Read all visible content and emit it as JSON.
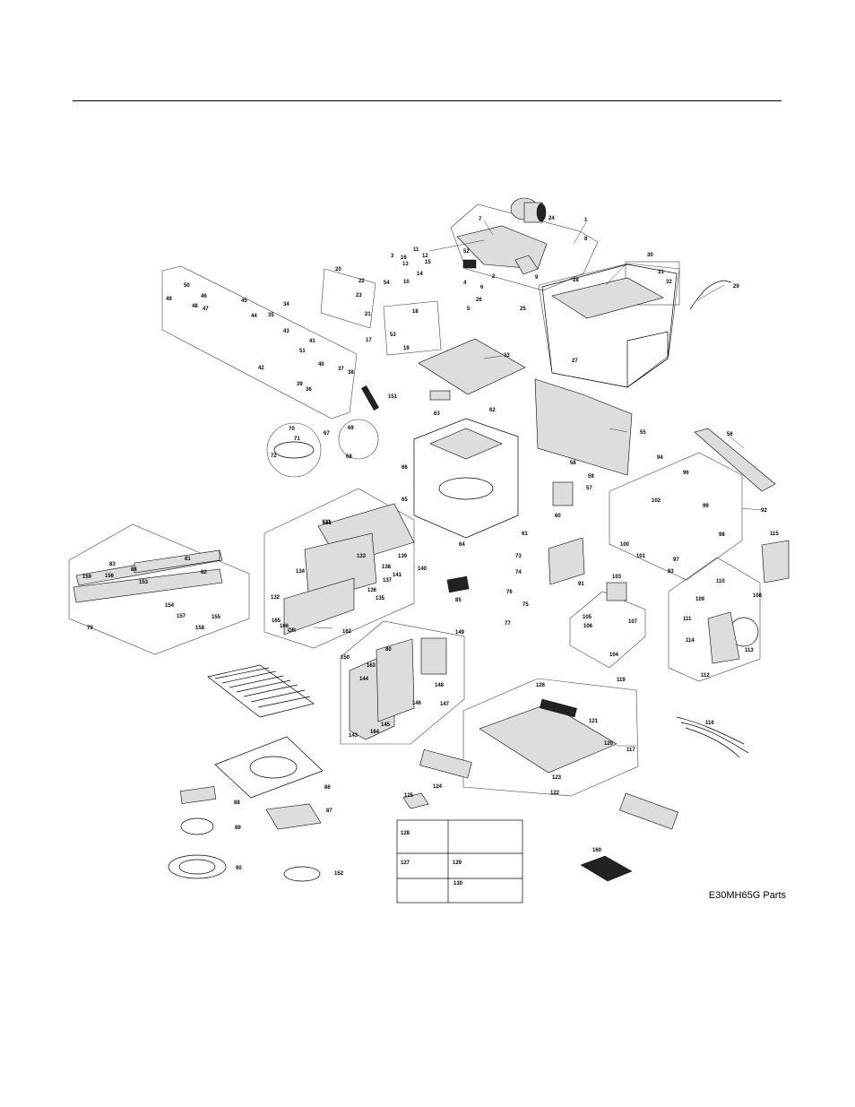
{
  "page": {
    "caption": "E30MH65G Parts"
  },
  "labels": [
    "1",
    "2",
    "3",
    "4",
    "5",
    "6",
    "7",
    "8",
    "9",
    "10",
    "11",
    "12",
    "13",
    "14",
    "15",
    "16",
    "17",
    "18",
    "19",
    "20",
    "21",
    "22",
    "23",
    "24",
    "25",
    "26",
    "27",
    "28",
    "29",
    "30",
    "31",
    "32",
    "33",
    "34",
    "35",
    "36",
    "37",
    "38",
    "39",
    "40",
    "41",
    "42",
    "43",
    "44",
    "45",
    "46",
    "47",
    "48",
    "49",
    "50",
    "51",
    "52",
    "53",
    "54",
    "55",
    "56",
    "57",
    "58",
    "59",
    "60",
    "61",
    "62",
    "63",
    "64",
    "65",
    "66",
    "67",
    "68",
    "69",
    "70",
    "71",
    "72",
    "73",
    "74",
    "75",
    "76",
    "77",
    "79",
    "80",
    "81",
    "82",
    "83",
    "84",
    "85",
    "86",
    "87",
    "88",
    "89",
    "90",
    "91",
    "92",
    "93",
    "94",
    "96",
    "97",
    "98",
    "99",
    "100",
    "101",
    "102",
    "103",
    "104",
    "105",
    "106",
    "107",
    "108",
    "109",
    "110",
    "111",
    "112",
    "113",
    "114",
    "115",
    "116",
    "117",
    "119",
    "120",
    "121",
    "122",
    "123",
    "124",
    "125",
    "126",
    "127",
    "128",
    "129",
    "130",
    "131",
    "132",
    "133",
    "134",
    "135",
    "136",
    "137",
    "138",
    "139",
    "140",
    "141",
    "143",
    "144",
    "145",
    "146",
    "147",
    "148",
    "149",
    "150",
    "151",
    "152",
    "153",
    "154",
    "155",
    "156",
    "157",
    "158",
    "159",
    "160",
    "161",
    "162",
    "163",
    "164",
    "165",
    "166",
    "OR"
  ]
}
